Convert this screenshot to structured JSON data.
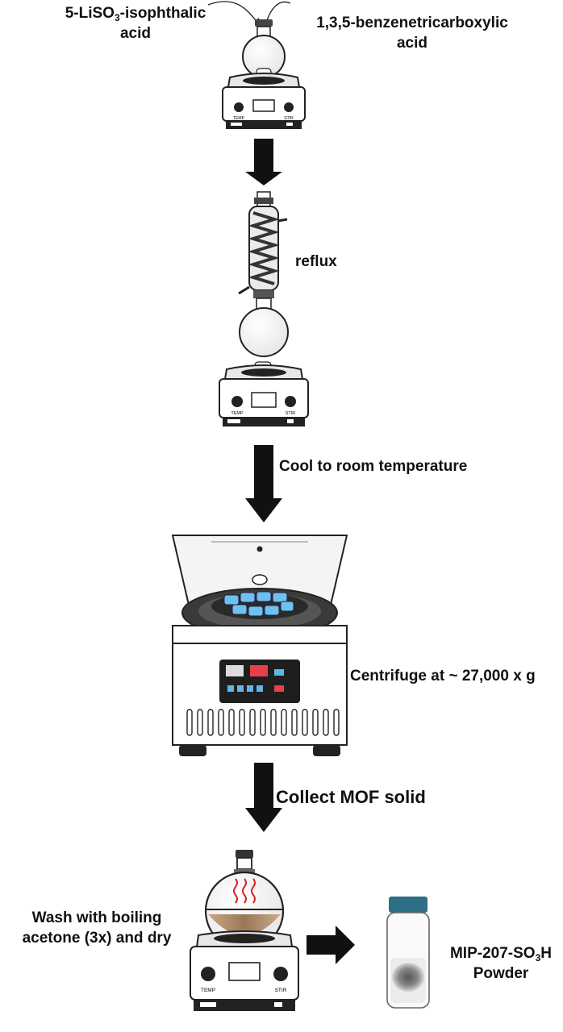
{
  "reagents": {
    "left_prefix": "5-LiSO",
    "left_sub": "3",
    "left_suffix": "-isophthalic",
    "left_line2": "acid",
    "right_line1": "1,3,5-benzenetricarboxylic",
    "right_line2": "acid"
  },
  "hotplate": {
    "temp_label": "TEMP",
    "stir_label": "STIR"
  },
  "steps": {
    "reflux": "reflux",
    "cool": "Cool to room temperature",
    "centrifuge": "Centrifuge at ~ 27,000 x g",
    "collect": "Collect MOF solid",
    "wash_line1": "Wash with boiling",
    "wash_line2": "acetone (3x) and dry"
  },
  "product": {
    "name_prefix": "MIP-207-SO",
    "name_sub": "3",
    "name_suffix": "H",
    "line2": "Powder"
  },
  "colors": {
    "arrow": "#111111",
    "centrifuge_tubes": "#6ec1ee",
    "display_red": "#e8404a",
    "display_blue": "#5fb6e8",
    "heat_waves": "#d9242a",
    "vial_cap": "#2d6f84",
    "solid_brown": "#b08d68"
  }
}
